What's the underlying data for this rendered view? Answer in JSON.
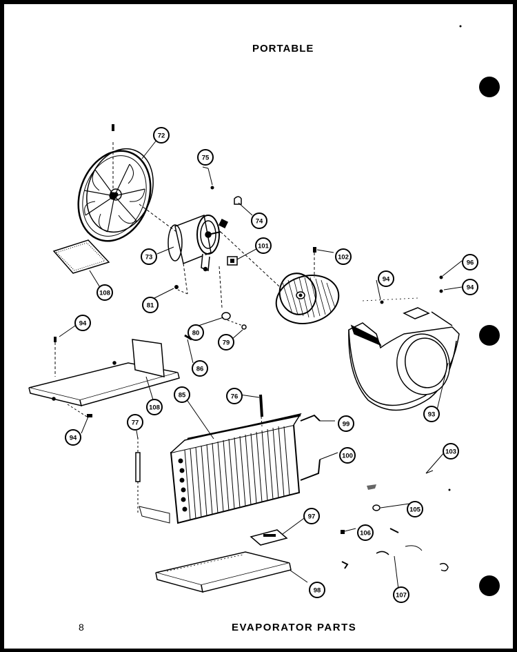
{
  "header": {
    "title": "PORTABLE"
  },
  "footer": {
    "page_number": "8",
    "title": "EVAPORATOR PARTS"
  },
  "callouts": [
    "72",
    "73",
    "74",
    "75",
    "101",
    "102",
    "108",
    "81",
    "80",
    "79",
    "94",
    "86",
    "94",
    "96",
    "94",
    "108",
    "94",
    "85",
    "76",
    "99",
    "100",
    "93",
    "77",
    "97",
    "103",
    "105",
    "106",
    "98",
    "107"
  ]
}
